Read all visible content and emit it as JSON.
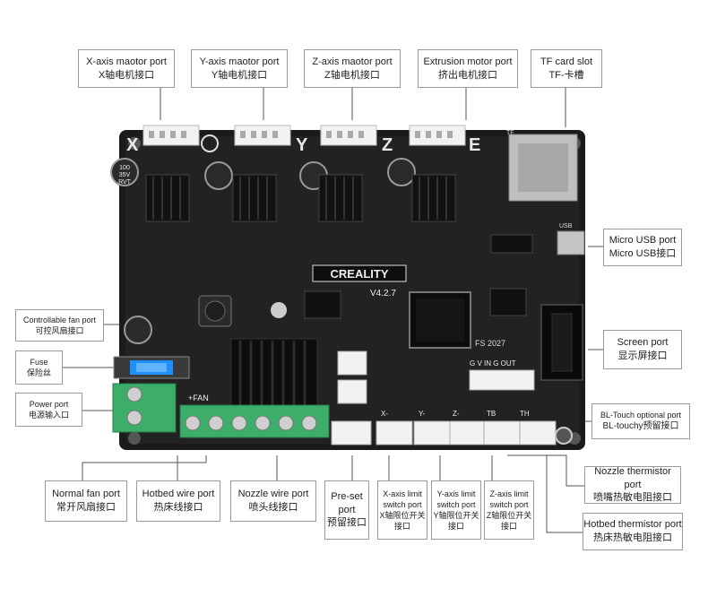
{
  "board": {
    "brand": "CREALITY",
    "version": "V4.2.7",
    "axis_letters": [
      "X",
      "Y",
      "Z",
      "E"
    ],
    "cap_text": [
      "100",
      "35V",
      "RVT"
    ],
    "fan_label": "+FAN",
    "chip_mark": "FS 2027",
    "screen_header_pins": "G V IN G OUT",
    "endstop_marks": [
      "X-",
      "Y-",
      "Z-",
      "TB",
      "TH"
    ],
    "usb_mark": "USB",
    "tf_mark": "TF"
  },
  "labels": {
    "x_motor": {
      "en": "X-axis maotor port",
      "zh": "X轴电机接口"
    },
    "y_motor": {
      "en": "Y-axis maotor port",
      "zh": "Y轴电机接口"
    },
    "z_motor": {
      "en": "Z-axis maotor port",
      "zh": "Z轴电机接口"
    },
    "e_motor": {
      "en": "Extrusion motor port",
      "zh": "挤出电机接口"
    },
    "tf_slot": {
      "en": "TF card slot",
      "zh": "TF-卡槽"
    },
    "usb": {
      "en": "Micro USB port",
      "zh": "Micro USB接口"
    },
    "screen": {
      "en": "Screen port",
      "zh": "显示屏接口"
    },
    "bltouch": {
      "en": "BL-Touch optional port",
      "zh": "BL-touchy预留接口"
    },
    "nozzle_therm": {
      "en": "Nozzle thermistor port",
      "zh": "喷嘴热敏电阻接口"
    },
    "hotbed_therm": {
      "en": "Hotbed thermistor port",
      "zh": "热床热敏电阻接口"
    },
    "fan_ctrl": {
      "en": "Controllable fan port",
      "zh": "可控风扇接口"
    },
    "fuse": {
      "en": "Fuse",
      "zh": "保险丝"
    },
    "power": {
      "en": "Power port",
      "zh": "电源输入口"
    },
    "normal_fan": {
      "en": "Normal fan port",
      "zh": "常开风扇接口"
    },
    "hotbed_wire": {
      "en": "Hotbed wire port",
      "zh": "热床线接口"
    },
    "nozzle_wire": {
      "en": "Nozzle wire port",
      "zh": "喷头线接口"
    },
    "preset": {
      "en": "Pre-set port",
      "zh": "预留接口"
    },
    "x_limit": {
      "en": "X-axis limit switch port",
      "zh": "X轴限位开关接口"
    },
    "y_limit": {
      "en": "Y-axis limit switch port",
      "zh": "Y轴限位开关接口"
    },
    "z_limit": {
      "en": "Z-axis limit switch port",
      "zh": "Z轴限位开关接口"
    }
  }
}
